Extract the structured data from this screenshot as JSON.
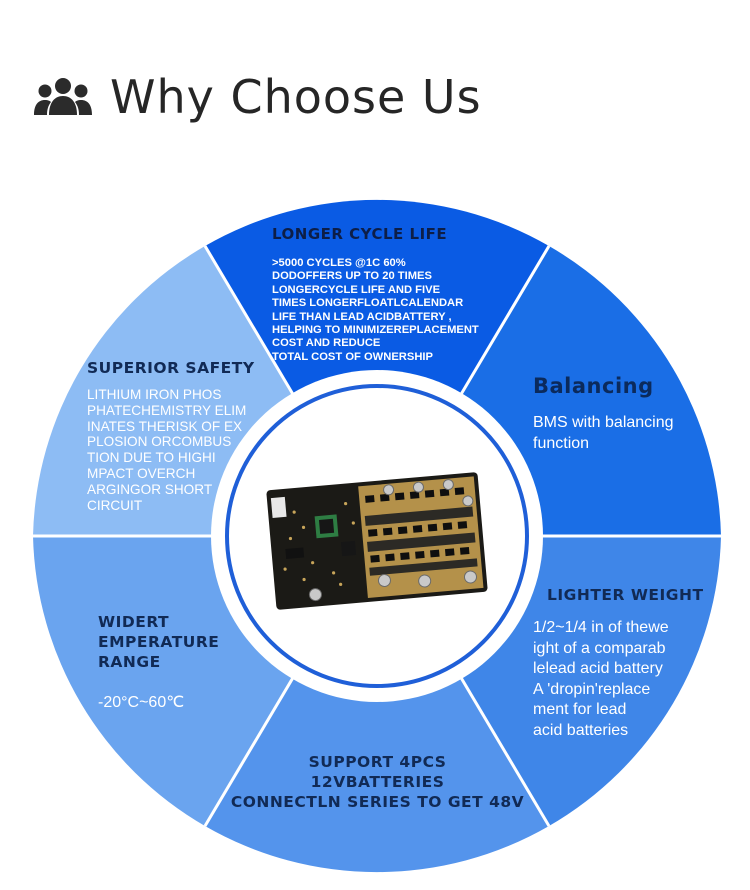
{
  "header": {
    "icon": "users-group-icon",
    "title": "Why Choose Us"
  },
  "colors": {
    "dark_blue": "#0a5be4",
    "mid_blue": "#3f86e8",
    "light_blue": "#7fb0f2",
    "pale_blue": "#94c0f5",
    "ring_blue": "#1f5fd8",
    "label_navy": "#112a55"
  },
  "center_image": {
    "icon": "bms-circuit-board-photo"
  },
  "segments": {
    "cycle": {
      "title": "LONGER CYCLE LIFE",
      "body": ">5000 CYCLES @1C 60%\nDODOFFERS UP TO 20 TIMES\nLONGERCYCLE LIFE AND FIVE\nTIMES LONGERFLOATLCALENDAR\nLIFE THAN LEAD ACIDBATTERY ,\nHELPING TO MINIMIZEREPLACEMENT\nCOST AND REDUCE\nTOTAL COST OF OWNERSHIP"
    },
    "balance": {
      "title": "Balancing",
      "body": "BMS with balancing\nfunction"
    },
    "safety": {
      "title": "SUPERIOR SAFETY",
      "body": "LITHIUM IRON PHOS\nPHATECHEMISTRY ELIM\nINATES THERISK OF EX\nPLOSION ORCOMBUS\nTION DUE TO HIGHI\nMPACT OVERCH\nARGINGOR SHORT\nCIRCUIT"
    },
    "temp": {
      "title": "WIDERT\nEMPERATURE\nRANGE",
      "body": "-20°C~60℃"
    },
    "weight": {
      "title": "LIGHTER WEIGHT",
      "body": "1/2~1/4 in of thewe\night of a comparab\nlelead acid battery\nA 'dropin'replace\nment for lead\nacid batteries"
    },
    "support": {
      "title": "SUPPORT 4PCS\n12VBATTERIES\nCONNECTLN SERIES TO GET 48V"
    }
  }
}
